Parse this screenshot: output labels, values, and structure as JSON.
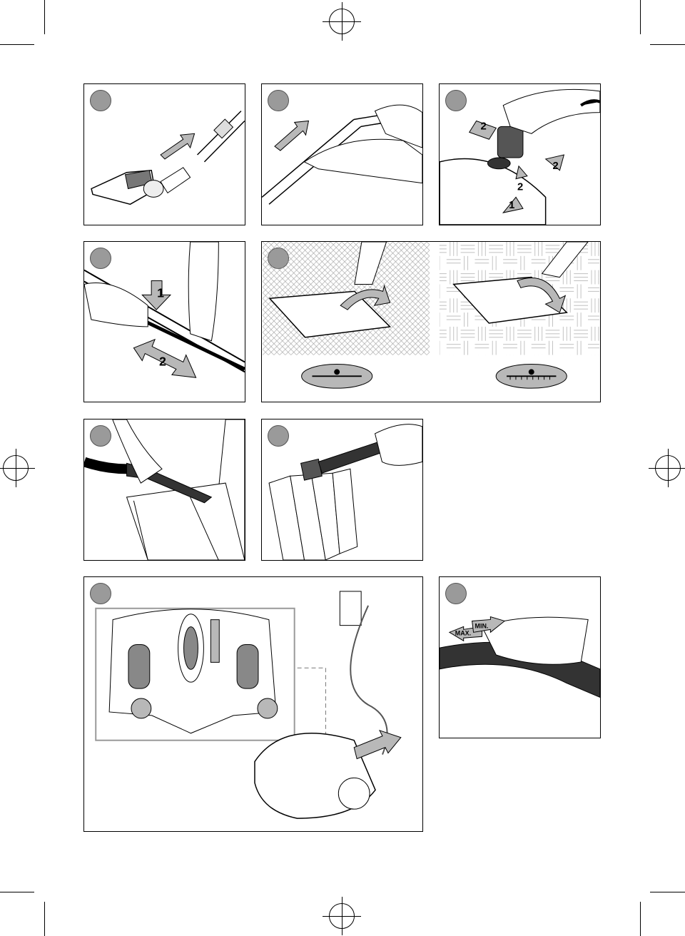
{
  "step_labels": {
    "rotate_1": "1",
    "rotate_2": "2",
    "tube_1": "1",
    "tube_2": "2"
  },
  "suction_labels": {
    "max": "MAX.",
    "min": "MIN."
  },
  "colors": {
    "line": "#000000",
    "arrow_fill": "#b8b8b8",
    "badge_fill": "#9a9a9a",
    "inset_border": "#999999"
  }
}
